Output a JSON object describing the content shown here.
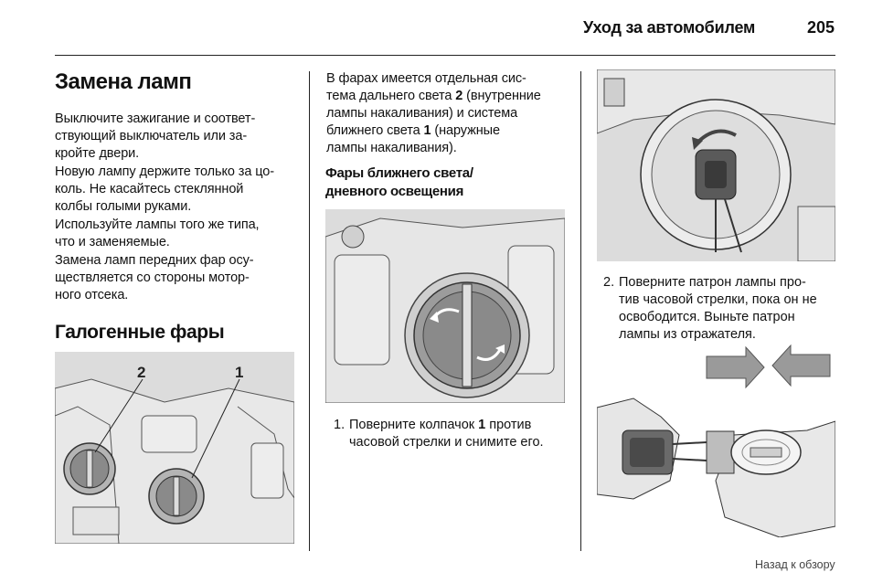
{
  "header": {
    "section_title": "Уход за автомобилем",
    "page_number": "205"
  },
  "col1": {
    "heading": "Замена ламп",
    "paragraphs": [
      [
        "Выключите зажигание и соответ-",
        "ствующий выключатель или за-",
        "кройте двери."
      ],
      [
        "Новую лампу держите только за цо-",
        "коль. Не касайтесь стеклянной",
        "колбы голыми руками."
      ],
      [
        "Используйте лампы того же типа,",
        "что и заменяемые."
      ],
      [
        "Замена ламп передних фар осу-",
        "ществляется со стороны мотор-",
        "ного отсека."
      ]
    ],
    "subheading": "Галогенные фары",
    "figure_labels": [
      "2",
      "1"
    ]
  },
  "col2": {
    "intro_lines": [
      "В фарах имеется отдельная сис-",
      "тема дальнего света ",
      "2",
      " (внутренние",
      "лампы накаливания) и система",
      "ближнего света ",
      "1",
      " (наружные",
      "лампы накаливания)."
    ],
    "subheading_lines": [
      "Фары ближнего света/",
      "дневного освещения"
    ],
    "step_number": "1.",
    "step_lines": [
      "Поверните колпачок ",
      "1",
      " против",
      "часовой стрелки и снимите его."
    ]
  },
  "col3": {
    "step_number": "2.",
    "step_lines": [
      "Поверните патрон лампы про-",
      "тив часовой стрелки, пока он не",
      "освободится. Выньте патрон",
      "лампы из отражателя."
    ]
  },
  "footer": {
    "link_label": "Назад к обзору"
  },
  "colors": {
    "figure_bg": "#dcdcdc",
    "figure_mid": "#b4b4b4",
    "figure_dark": "#7a7a7a",
    "arrow": "#9a9a9a"
  }
}
